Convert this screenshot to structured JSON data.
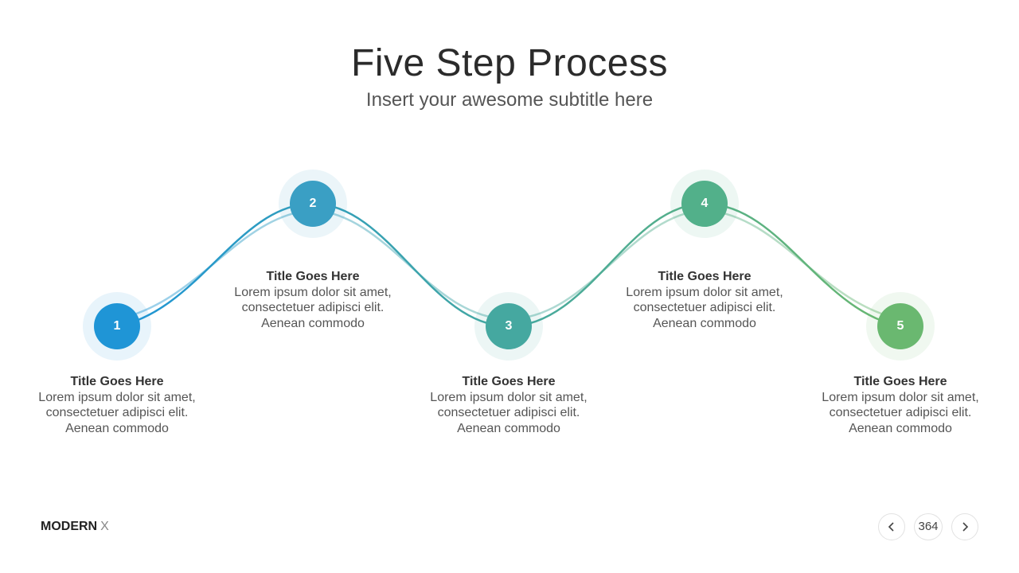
{
  "header": {
    "title": "Five Step Process",
    "subtitle": "Insert your awesome subtitle here"
  },
  "steps": [
    {
      "number": "1",
      "title": "Title  Goes Here",
      "line1": "Lorem ipsum dolor sit amet,",
      "line2": "consectetuer  adipisci elit.",
      "line3": "Aenean commodo",
      "color": "#1f95d6"
    },
    {
      "number": "2",
      "title": "Title  Goes Here",
      "line1": "Lorem ipsum dolor sit amet,",
      "line2": "consectetuer  adipisci elit.",
      "line3": "Aenean commodo",
      "color": "#3a9fc4"
    },
    {
      "number": "3",
      "title": "Title  Goes Here",
      "line1": "Lorem ipsum dolor sit amet,",
      "line2": "consectetuer  adipisci elit.",
      "line3": "Aenean commodo",
      "color": "#45a8a0"
    },
    {
      "number": "4",
      "title": "Title  Goes Here",
      "line1": "Lorem ipsum dolor sit amet,",
      "line2": "consectetuer  adipisci elit.",
      "line3": "Aenean commodo",
      "color": "#52b08a"
    },
    {
      "number": "5",
      "title": "Title  Goes Here",
      "line1": "Lorem ipsum dolor sit amet,",
      "line2": "consectetuer  adipisci elit.",
      "line3": "Aenean commodo",
      "color": "#6ab870"
    }
  ],
  "footer": {
    "brand": "MODERN",
    "brand_suffix": "X",
    "page_number": "364",
    "prev_icon": "chevron-left-icon",
    "next_icon": "chevron-right-icon"
  }
}
